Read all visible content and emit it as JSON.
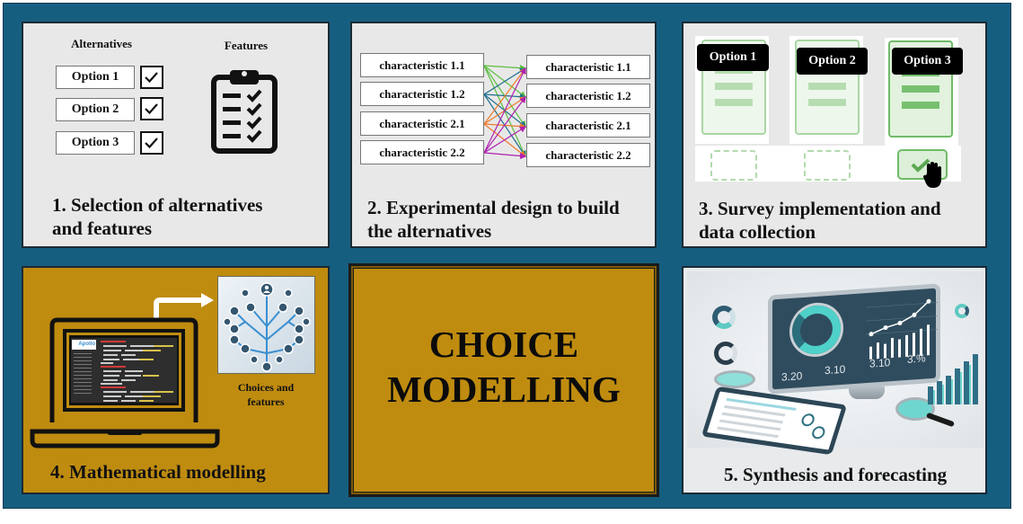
{
  "diagram": {
    "center": {
      "line1": "CHOICE",
      "line2": "MODELLING"
    },
    "colors": {
      "frame": "#165e80",
      "panel_light": "#e8e8e8",
      "panel_gold": "#bf8c10",
      "arrow_green": "#5cbf3f",
      "arrow_blue": "#1f6f8f",
      "arrow_orange": "#f07a2a",
      "arrow_purple": "#b020b0"
    },
    "step1": {
      "title_line1": "1. Selection of alternatives",
      "title_line2": "and features",
      "alternatives_header": "Alternatives",
      "features_header": "Features",
      "options": [
        "Option 1",
        "Option 2",
        "Option 3"
      ],
      "icon": "clipboard-checklist-icon"
    },
    "step2": {
      "title_line1": "2. Experimental design to build",
      "title_line2": "the alternatives",
      "left_characteristics": [
        "characteristic 1.1",
        "characteristic 1.2",
        "characteristic 2.1",
        "characteristic 2.2"
      ],
      "right_characteristics": [
        "characteristic 1.1",
        "characteristic 1.2",
        "characteristic 2.1",
        "characteristic 2.2"
      ]
    },
    "step3": {
      "title_line1": "3. Survey implementation and",
      "title_line2": "data collection",
      "options": [
        "Option 1",
        "Option 2",
        "Option 3"
      ],
      "selected_option": "Option 3",
      "icon": "hand-cursor-icon"
    },
    "step4": {
      "title": "4. Mathematical modelling",
      "image_caption_line1": "Choices and",
      "image_caption_line2": "features",
      "screen_logo": "Apollo",
      "icon": "laptop-icon"
    },
    "step5": {
      "title": "5. Synthesis and forecasting",
      "screen_values": [
        "3.20",
        "3.10",
        "3.10",
        "3.%"
      ]
    }
  }
}
